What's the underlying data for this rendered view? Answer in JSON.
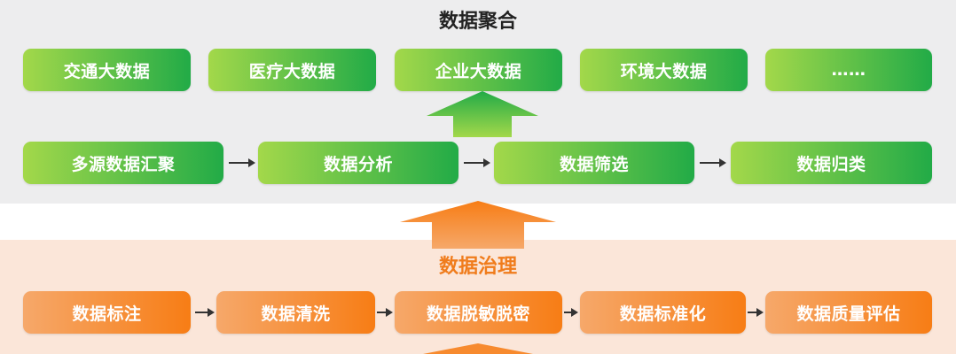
{
  "top_section": {
    "title": "数据聚合",
    "row1": [
      "交通大数据",
      "医疗大数据",
      "企业大数据",
      "环境大数据",
      "……"
    ],
    "row2": [
      "多源数据汇聚",
      "数据分析",
      "数据筛选",
      "数据归类"
    ]
  },
  "bottom_section": {
    "title": "数据治理",
    "row": [
      "数据标注",
      "数据清洗",
      "数据脱敏脱密",
      "数据标准化",
      "数据质量评估"
    ]
  },
  "colors": {
    "green_start": "#a3d84a",
    "green_end": "#22ab47",
    "orange_start": "#f6a86a",
    "orange_end": "#f77d15",
    "title_orange": "#f07c1c",
    "top_panel_bg": "#ededee",
    "bottom_panel_bg": "#fbe6d9"
  }
}
